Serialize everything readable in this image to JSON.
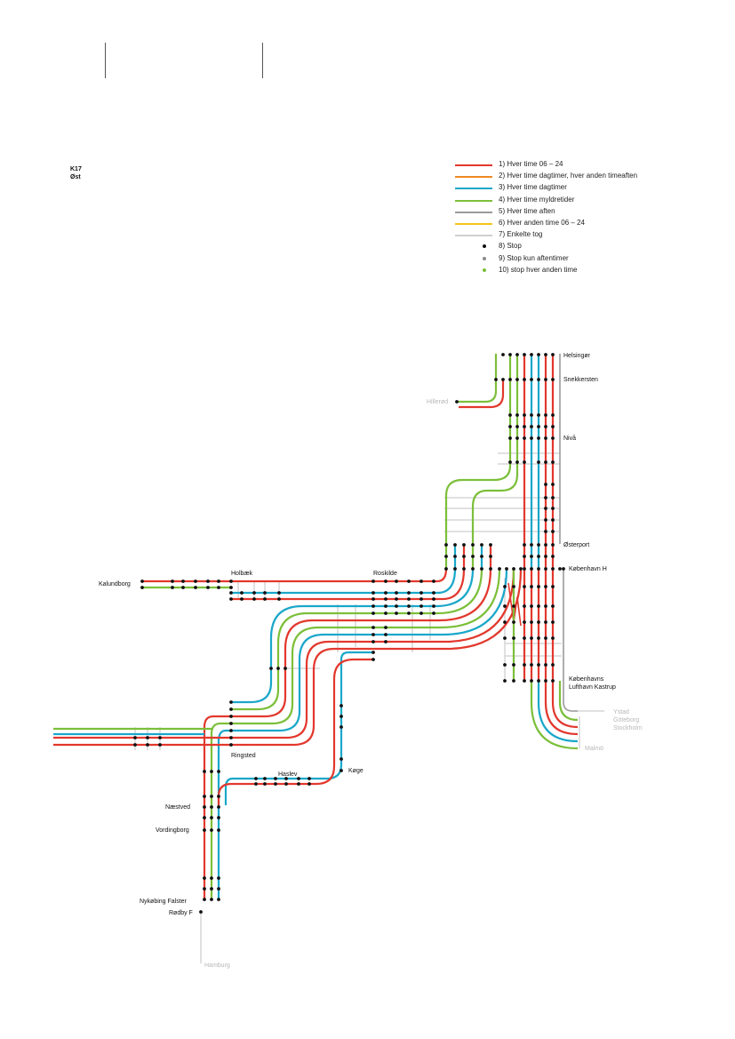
{
  "header": {
    "code_line1": "K17",
    "code_line2": "Øst"
  },
  "colors": {
    "red": "#e2382d",
    "orange": "#f08a24",
    "blue": "#1aa7c9",
    "green": "#7cbf3a",
    "grey": "#9b9b9b",
    "yellow": "#f5c518",
    "lightgrey": "#cfcfcf",
    "stop": "#111111",
    "stop_evening": "#8a8a8a",
    "stop_alt": "#7cbf3a"
  },
  "legend": [
    {
      "kind": "line",
      "color": "red",
      "label": "1) Hver time 06 – 24"
    },
    {
      "kind": "line",
      "color": "orange",
      "label": "2) Hver time dagtimer, hver anden timeaften"
    },
    {
      "kind": "line",
      "color": "blue",
      "label": "3) Hver time dagtimer"
    },
    {
      "kind": "line",
      "color": "green",
      "label": "4) Hver time myldretider"
    },
    {
      "kind": "line",
      "color": "grey",
      "label": "5) Hver time aften"
    },
    {
      "kind": "line",
      "color": "yellow",
      "label": "6) Hver anden time 06 – 24"
    },
    {
      "kind": "line",
      "color": "lightgrey",
      "label": "7) Enkelte tog"
    },
    {
      "kind": "dot",
      "color": "stop",
      "label": "8) Stop"
    },
    {
      "kind": "dot",
      "color": "stop_evening",
      "label": "9) Stop kun aftentimer"
    },
    {
      "kind": "dot",
      "color": "stop_alt",
      "label": "10) stop hver anden time"
    }
  ],
  "stations": {
    "helsingor": "Helsingør",
    "snekkersten": "Snekkersten",
    "hillerod": "Hillerød",
    "niva": "Nivå",
    "osterport": "Østerport",
    "kobenhavn_h": "København H",
    "kalundborg": "Kalundborg",
    "holbaek": "Holbæk",
    "roskilde": "Roskilde",
    "kastrup_1": "Københavns",
    "kastrup_2": "Lufthavn Kastrup",
    "ystad": "Ystad",
    "goteborg": "Göteborg",
    "stockholm": "Stockholm",
    "malmo": "Malmö",
    "ringsted": "Ringsted",
    "haslev": "Haslev",
    "koge": "Køge",
    "naestved": "Næstved",
    "vordingborg": "Vordingborg",
    "nykobing": "Nykøbing Falster",
    "rodby": "Rødby F",
    "hamburg": "Hamburg"
  }
}
